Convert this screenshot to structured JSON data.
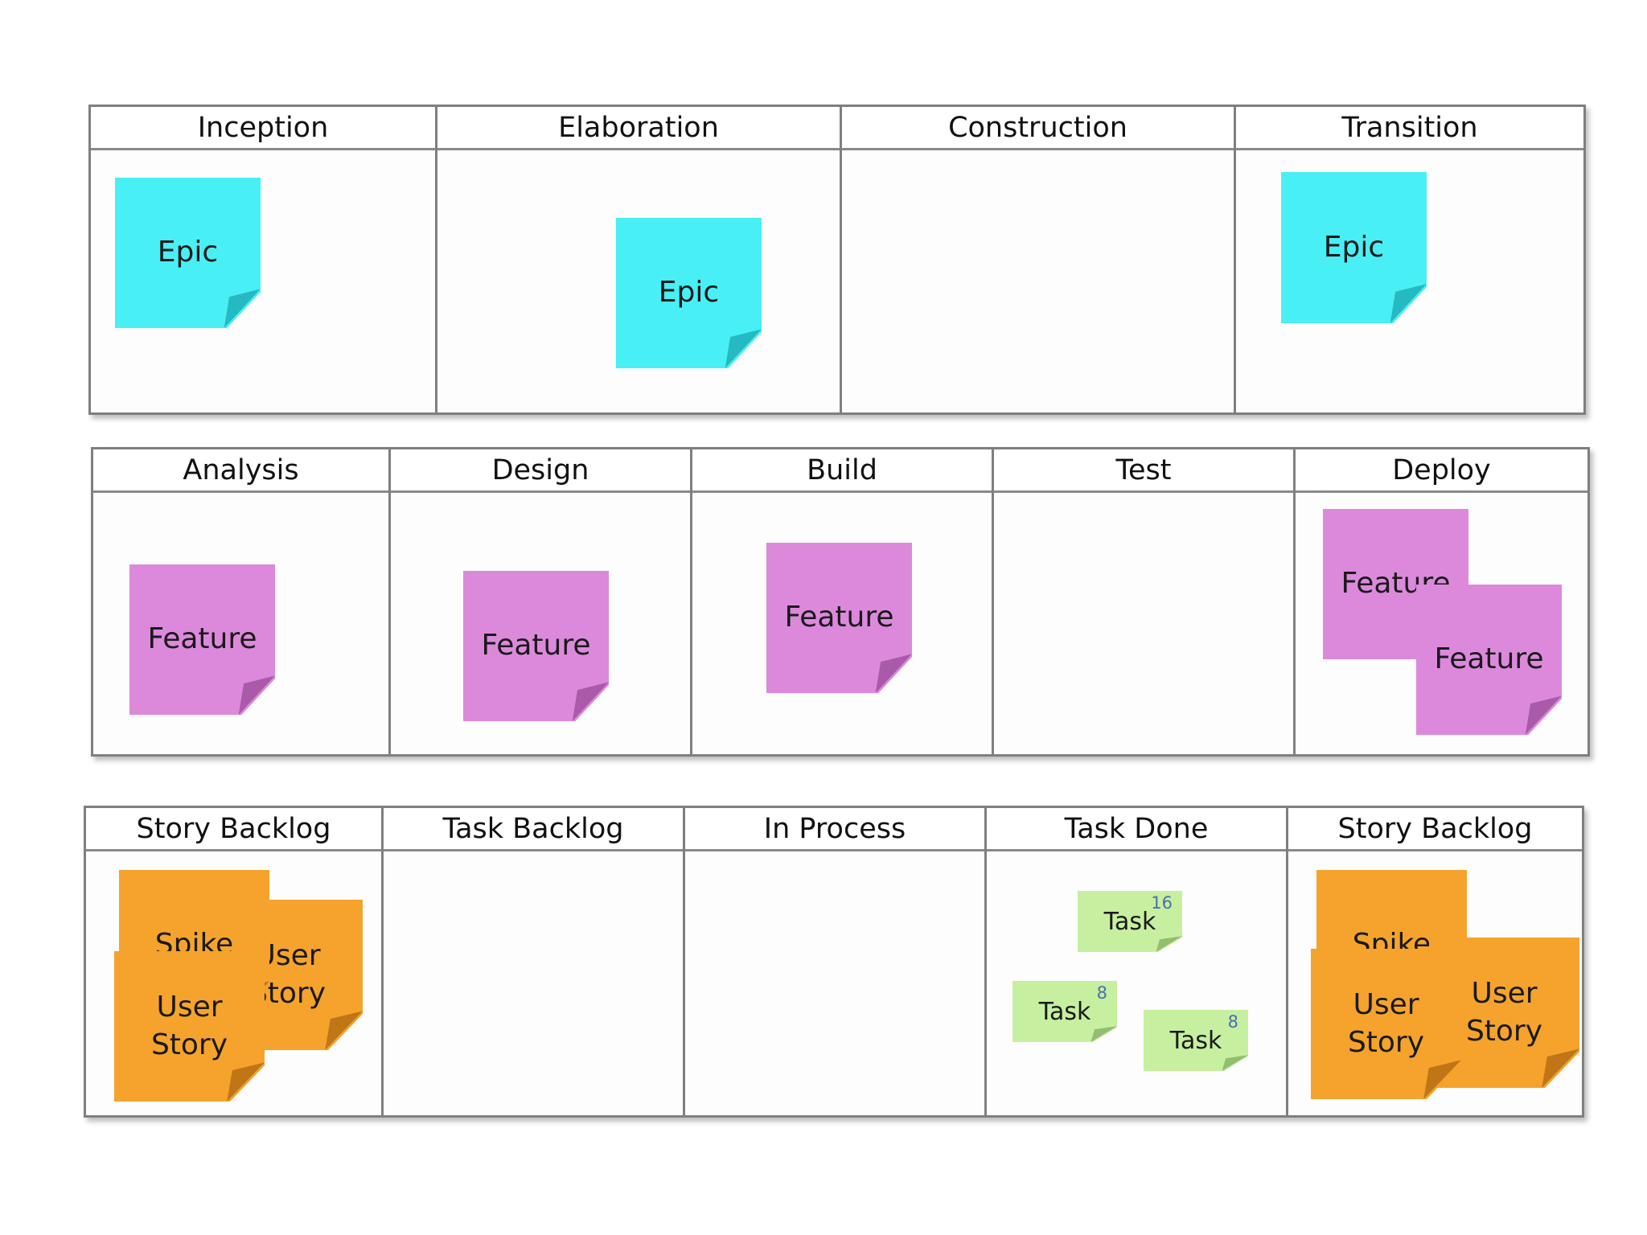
{
  "phases": [
    "Inception",
    "Elaboration",
    "Construction",
    "Transition"
  ],
  "flow": [
    "Analysis",
    "Design",
    "Build",
    "Test",
    "Deploy"
  ],
  "tasks_board": [
    "Story Backlog",
    "Task Backlog",
    "In Process",
    "Task Done",
    "Story Backlog"
  ],
  "notes": {
    "epic": "Epic",
    "feature": "Feature",
    "spike": "Spike",
    "user_story": "User Story",
    "task": "Task"
  },
  "task_points": {
    "a": "16",
    "b": "8",
    "c": "8"
  },
  "colors": {
    "epic": "#48eff5",
    "feature": "#dc89dc",
    "story": "#f5a32c",
    "task": "#c7efa0"
  }
}
